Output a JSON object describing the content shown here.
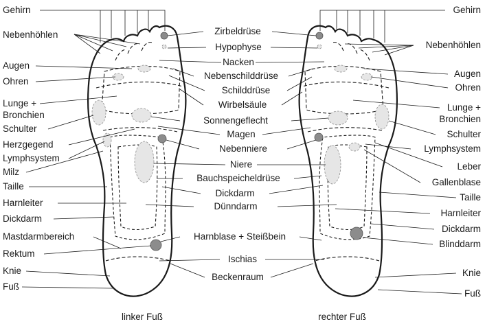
{
  "colors": {
    "outline": "#1a1a1a",
    "organ_fill": "#e6e6e6",
    "organ_dark": "#8c8c8c",
    "background": "#ffffff"
  },
  "foot_labels": {
    "left": "linker Fuß",
    "right": "rechter Fuß"
  },
  "left_margin_labels": {
    "gehirn": "Gehirn",
    "nebenhoehlen": "Nebenhöhlen",
    "augen": "Augen",
    "ohren": "Ohren",
    "lunge": "Lunge +",
    "bronchien": "Bronchien",
    "schulter": "Schulter",
    "herzgegend": "Herzgegend",
    "lymphsystem": "Lymphsystem",
    "milz": "Milz",
    "taille": "Taille",
    "harnleiter": "Harnleiter",
    "dickdarm": "Dickdarm",
    "mastdarmbereich": "Mastdarmbereich",
    "rektum": "Rektum",
    "knie": "Knie",
    "fuss": "Fuß"
  },
  "center_labels": {
    "zirbeldruese": "Zirbeldrüse",
    "hypophyse": "Hypophyse",
    "nacken": "Nacken",
    "nebenschilddruese": "Nebenschilddrüse",
    "schilddruese": "Schilddrüse",
    "wirbelsaeule": "Wirbelsäule",
    "sonnengeflecht": "Sonnengeflecht",
    "magen": "Magen",
    "nebenniere": "Nebenniere",
    "niere": "Niere",
    "bauchspeicheldruese": "Bauchspeicheldrüse",
    "dickdarm": "Dickdarm",
    "duenndarm": "Dünndarm",
    "harnblase": "Harnblase + Steißbein",
    "ischias": "Ischias",
    "beckenraum": "Beckenraum"
  },
  "right_margin_labels": {
    "gehirn": "Gehirn",
    "nebenhoehlen": "Nebenhöhlen",
    "augen": "Augen",
    "ohren": "Ohren",
    "lunge": "Lunge +",
    "bronchien": "Bronchien",
    "schulter": "Schulter",
    "lymphsystem": "Lymphsystem",
    "leber": "Leber",
    "gallenblase": "Gallenblase",
    "taille": "Taille",
    "harnleiter": "Harnleiter",
    "dickdarm": "Dickdarm",
    "blinddarm": "Blinddarm",
    "knie": "Knie",
    "fuss": "Fuß"
  }
}
